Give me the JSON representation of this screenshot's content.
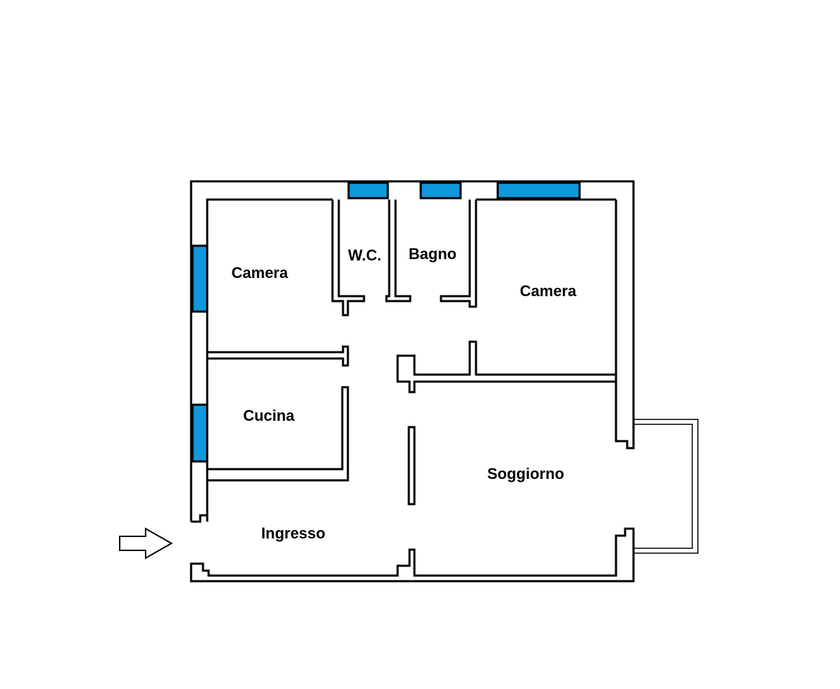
{
  "floorplan": {
    "colors": {
      "wall": "#000000",
      "window": "#1098DC",
      "background": "#ffffff"
    },
    "rooms": [
      {
        "id": "camera-1",
        "name": "Camera"
      },
      {
        "id": "wc",
        "name": "W.C."
      },
      {
        "id": "bagno",
        "name": "Bagno"
      },
      {
        "id": "camera-2",
        "name": "Camera"
      },
      {
        "id": "cucina",
        "name": "Cucina"
      },
      {
        "id": "soggiorno",
        "name": "Soggiorno"
      },
      {
        "id": "ingresso",
        "name": "Ingresso"
      }
    ],
    "entrance_icon": "right-arrow-icon"
  }
}
